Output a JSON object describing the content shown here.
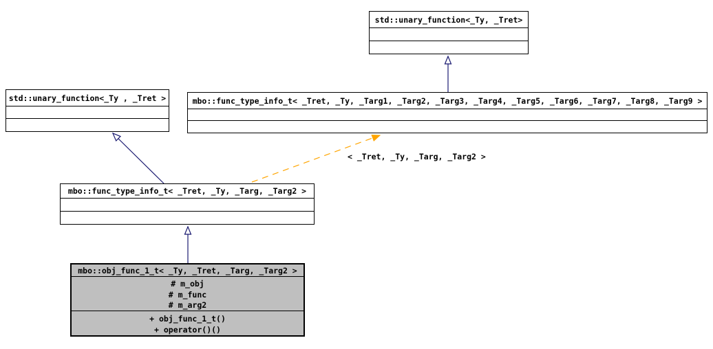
{
  "colors": {
    "inheritance_arrow": "#191970",
    "template_arrow": "#ffa500",
    "node_fill": "#ffffff",
    "selected_node_fill": "#bfbfbf",
    "node_border": "#000000",
    "background": "#ffffff",
    "text": "#000000"
  },
  "nodes": {
    "unary_function_top": {
      "title": "std::unary_function<_Ty, _Tret>"
    },
    "unary_function_left": {
      "title": "std::unary_function<_Ty , _Tret >"
    },
    "func_type_info_general": {
      "title": "mbo::func_type_info_t< _Tret, _Ty, _Targ1, _Targ2, _Targ3, _Targ4, _Targ5, _Targ6, _Targ7, _Targ8, _Targ9 >"
    },
    "func_type_info_partial": {
      "title": "mbo::func_type_info_t< _Tret, _Ty, _Targ, _Targ2 >"
    },
    "obj_func_1_t": {
      "title": "mbo::obj_func_1_t< _Ty, _Tret, _Targ, _Targ2 >",
      "attributes": [
        "# m_obj",
        "# m_func",
        "# m_arg2"
      ],
      "methods": [
        "+ obj_func_1_t()",
        "+ operator()()"
      ]
    }
  },
  "edges": {
    "template_instantiation_label": "< _Tret, _Ty, _Targ, _Targ2 >",
    "inheritance": [
      {
        "from": "func_type_info_general",
        "to": "unary_function_top"
      },
      {
        "from": "func_type_info_partial",
        "to": "unary_function_left"
      },
      {
        "from": "obj_func_1_t",
        "to": "func_type_info_partial"
      }
    ],
    "template_instantiation": [
      {
        "from": "func_type_info_partial",
        "to": "func_type_info_general"
      }
    ]
  }
}
